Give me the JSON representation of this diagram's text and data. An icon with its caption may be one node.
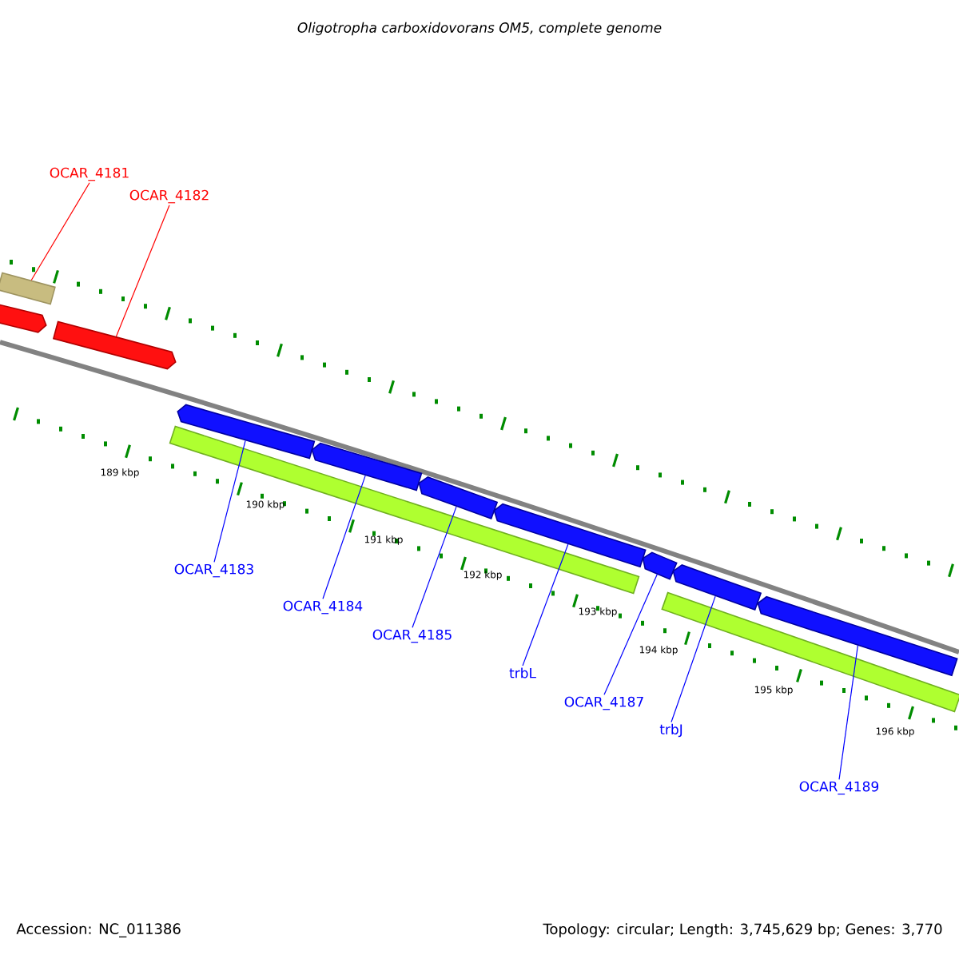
{
  "diagram": {
    "title": "Oligotropha carboxidovorans OM5, complete genome",
    "nodes": [
      {
        "text": [
          "OCAR_4181"
        ]
      },
      {
        "text": [
          "OCAR_4182"
        ]
      },
      {
        "text": [
          "OCAR_4183"
        ]
      },
      {
        "text": [
          "OCAR_4184"
        ]
      },
      {
        "text": [
          "OCAR_4185"
        ]
      },
      {
        "text": [
          "trbL"
        ]
      },
      {
        "text": [
          "OCAR_4187"
        ]
      },
      {
        "text": [
          "trbJ"
        ]
      },
      {
        "text": [
          "OCAR_4189"
        ]
      },
      {
        "text": [],
        "shape": "box"
      },
      {
        "text": [],
        "shape": "arrow"
      },
      {
        "text": [],
        "shape": "arrow"
      },
      {
        "text": [],
        "shape": "arrow"
      },
      {
        "text": [],
        "shape": "arrow"
      },
      {
        "text": [],
        "shape": "arrow"
      },
      {
        "text": [],
        "shape": "arrow"
      },
      {
        "text": [],
        "shape": "arrow"
      },
      {
        "text": [],
        "shape": "arrow"
      },
      {
        "text": [],
        "shape": "arrow"
      },
      {
        "text": [],
        "shape": "bar"
      },
      {
        "text": [],
        "shape": "bar"
      }
    ],
    "edges": [
      {
        "from": 0,
        "to": 9,
        "arrow": "none",
        "color": "#ff0000"
      },
      {
        "from": 1,
        "to": 11,
        "arrow": "none",
        "color": "#ff0000"
      },
      {
        "from": 2,
        "to": 12,
        "arrow": "none"
      },
      {
        "from": 3,
        "to": 13,
        "arrow": "none"
      },
      {
        "from": 4,
        "to": 14,
        "arrow": "none"
      },
      {
        "from": 5,
        "to": 15,
        "arrow": "none"
      },
      {
        "from": 6,
        "to": 16,
        "arrow": "none"
      },
      {
        "from": 7,
        "to": 17,
        "arrow": "none"
      },
      {
        "from": 8,
        "to": 18,
        "arrow": "none"
      }
    ],
    "labels": [
      "189 kbp",
      "190 kbp",
      "191 kbp",
      "192 kbp",
      "193 kbp",
      "194 kbp",
      "195 kbp",
      "196 kbp",
      "Accession: NC_011386",
      "Topology: circular; Length: 3,745,629 bp; Genes: 3,770"
    ]
  }
}
